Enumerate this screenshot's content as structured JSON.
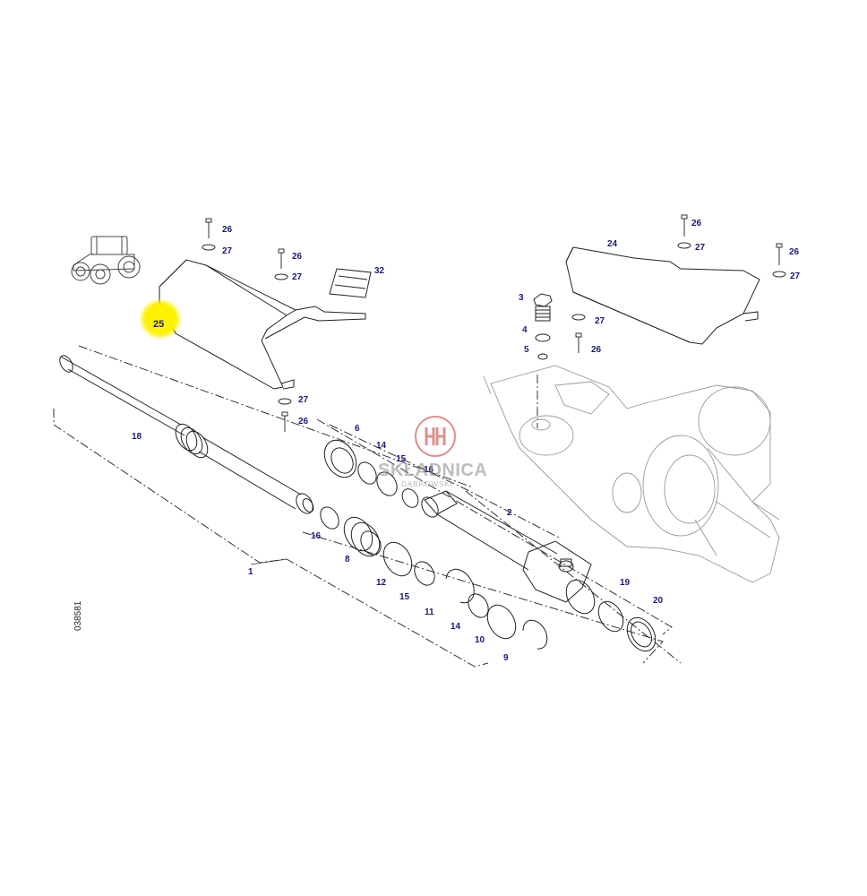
{
  "diagram": {
    "highlight_color": "#fff200",
    "label_color": "#1a1a7a",
    "callouts": {
      "c1": "1",
      "c2": "2",
      "c3": "3",
      "c4": "4",
      "c5": "5",
      "c6": "6",
      "c8": "8",
      "c9": "9",
      "c10": "10",
      "c11": "11",
      "c12": "12",
      "c14": "14",
      "c15": "15",
      "c16": "16",
      "c18": "18",
      "c19": "19",
      "c20": "20",
      "c24": "24",
      "c25": "25",
      "c26": "26",
      "c27": "27",
      "c32": "32"
    },
    "drawing_code": "038581"
  },
  "watermark": {
    "brand_text": "SKŁADNICA",
    "sub_text": "DĄBROWSKI",
    "logo_color": "#c0392b"
  }
}
